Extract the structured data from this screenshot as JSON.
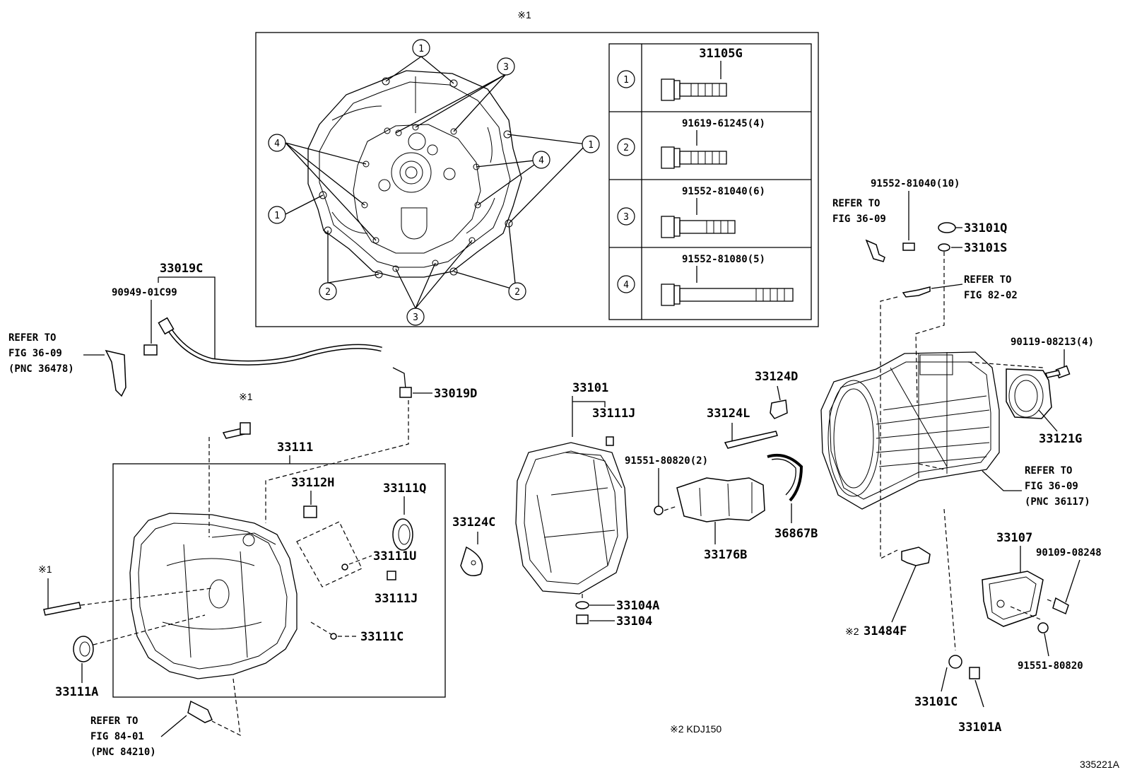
{
  "inset": {
    "mark": "※1",
    "bolts": [
      {
        "num": "1",
        "part": "31105G"
      },
      {
        "num": "2",
        "part": "91619-61245(4)"
      },
      {
        "num": "3",
        "part": "91552-81040(6)"
      },
      {
        "num": "4",
        "part": "91552-81080(5)"
      }
    ],
    "callouts": {
      "c1": "1",
      "c2": "2",
      "c3": "3",
      "c4": "4"
    }
  },
  "labels": {
    "p33019C": "33019C",
    "p90949": "90949-01C99",
    "p33019D": "33019D",
    "p33111": "33111",
    "p33112H": "33112H",
    "p33111Q": "33111Q",
    "p33111U": "33111U",
    "p33111J_a": "33111J",
    "p33111C_a": "33111C",
    "p33111A": "33111A",
    "p33101": "33101",
    "p33111J_b": "33111J",
    "p33124C": "33124C",
    "p33104A": "33104A",
    "p33104": "33104",
    "p91551_a": "91551-80820(2)",
    "p33176B": "33176B",
    "p33124L": "33124L",
    "p33124D": "33124D",
    "p36867B": "36867B",
    "p91552_10": "91552-81040(10)",
    "p33101Q": "33101Q",
    "p33101S": "33101S",
    "p90119": "90119-08213(4)",
    "p33121G": "33121G",
    "p33107": "33107",
    "p90109": "90109-08248",
    "p91551_b": "91551-80820",
    "p31484F": "31484F",
    "p33101C_b": "33101C",
    "p33101A": "33101A",
    "mark1_a": "※1",
    "mark1_b": "※1",
    "mark2": "※2"
  },
  "refs": {
    "ref_left": [
      "REFER TO",
      "FIG 36-09",
      "(PNC 36478)"
    ],
    "ref_bottom": [
      "REFER TO",
      "FIG 84-01",
      "(PNC 84210)"
    ],
    "ref_top_right": [
      "REFER TO",
      "FIG 36-09"
    ],
    "ref_82": [
      "REFER TO",
      "FIG 82-02"
    ],
    "ref_right": [
      "REFER TO",
      "FIG 36-09",
      "(PNC 36117)"
    ]
  },
  "note": "※2 KDJ150",
  "figure_id": "335221A"
}
